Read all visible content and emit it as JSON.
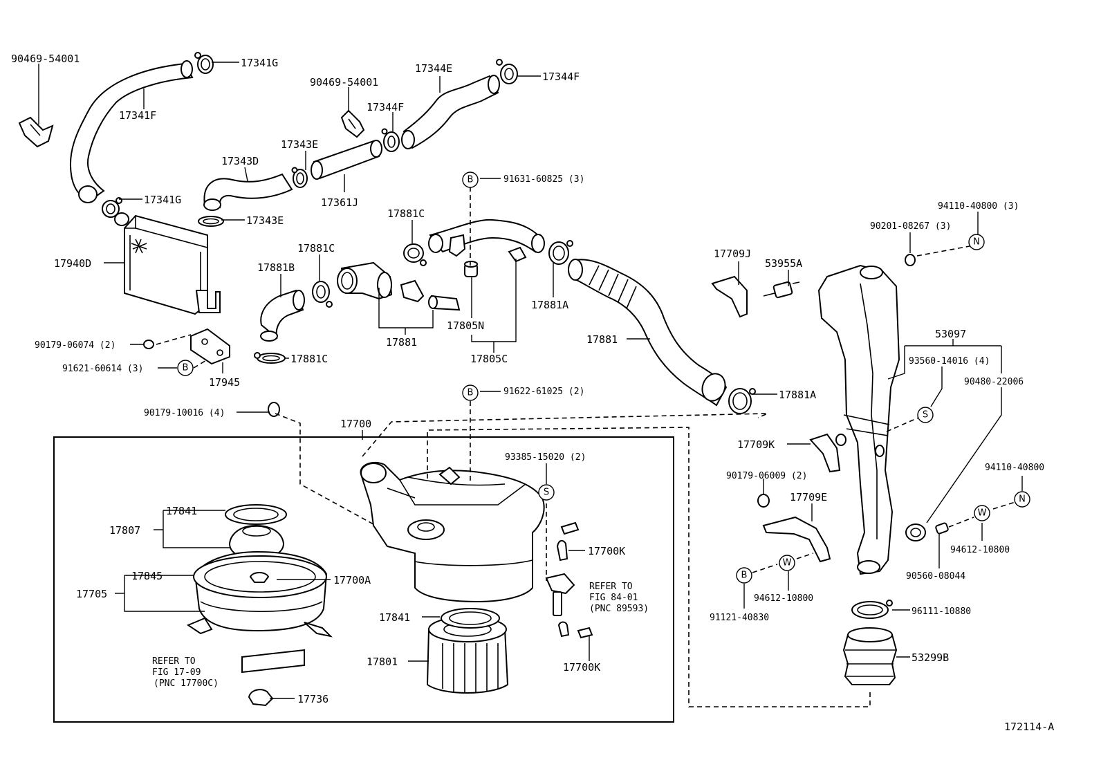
{
  "labels": {
    "p90469_54001_a": "90469-54001",
    "p17341G_a": "17341G",
    "p17341F": "17341F",
    "p17341G_b": "17341G",
    "p17940D": "17940D",
    "p90469_54001_b": "90469-54001",
    "p17344E": "17344E",
    "p17344F_a": "17344F",
    "p17344F_b": "17344F",
    "p17343E_a": "17343E",
    "p17343D": "17343D",
    "p17343E_b": "17343E",
    "p17361J": "17361J",
    "p91631": "91631-60825 (3)",
    "p17881C_a": "17881C",
    "p17881C_b": "17881C",
    "p17881B": "17881B",
    "p17881A_a": "17881A",
    "p17805N": "17805N",
    "p17881_a": "17881",
    "p17805C": "17805C",
    "p17881C_c": "17881C",
    "p90179_06074": "90179-06074 (2)",
    "p91621": "91621-60614 (3)",
    "p17945": "17945",
    "p17881_b": "17881",
    "p17881A_b": "17881A",
    "p91622": "91622-61025 (2)",
    "p90179_10016": "90179-10016 (4)",
    "p17700": "17700",
    "p93385": "93385-15020 (2)",
    "p17841_a": "17841",
    "p17807": "17807",
    "p17845": "17845",
    "p17700A": "17700A",
    "p17705": "17705",
    "p17700K_a": "17700K",
    "p17841_b": "17841",
    "p17801": "17801",
    "p17700K_b": "17700K",
    "p17736": "17736",
    "p94110_40800_3": "94110-40800 (3)",
    "p90201": "90201-08267 (3)",
    "p17709J": "17709J",
    "p53955A": "53955A",
    "p53097": "53097",
    "p93560": "93560-14016 (4)",
    "p90480": "90480-22006",
    "p17709K": "17709K",
    "p90179_06009": "90179-06009 (2)",
    "p17709E": "17709E",
    "p94110_40800": "94110-40800",
    "p94612_a": "94612-10800",
    "p94612_b": "94612-10800",
    "p90560": "90560-08044",
    "p91121": "91121-40830",
    "p96111": "96111-10880",
    "p53299B": "53299B",
    "diagram_id": "172114-A"
  },
  "refer_a": {
    "line1": "REFER TO",
    "line2": "FIG 84-01",
    "line3": "(PNC 89593)"
  },
  "refer_b": {
    "line1": "REFER TO",
    "line2": "FIG 17-09",
    "line3": "(PNC 17700C)"
  },
  "markers": {
    "B": "B",
    "S": "S",
    "N": "N",
    "W": "W"
  }
}
